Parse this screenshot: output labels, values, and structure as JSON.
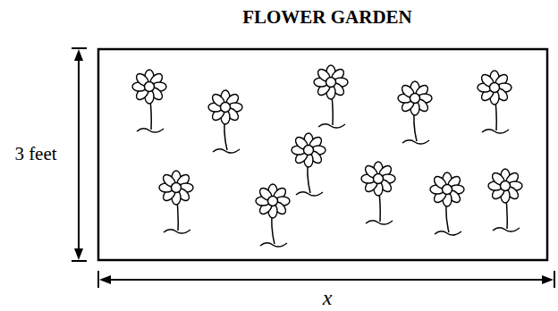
{
  "diagram": {
    "title": "FLOWER GARDEN",
    "labels": [
      "3 feet",
      "x"
    ]
  }
}
